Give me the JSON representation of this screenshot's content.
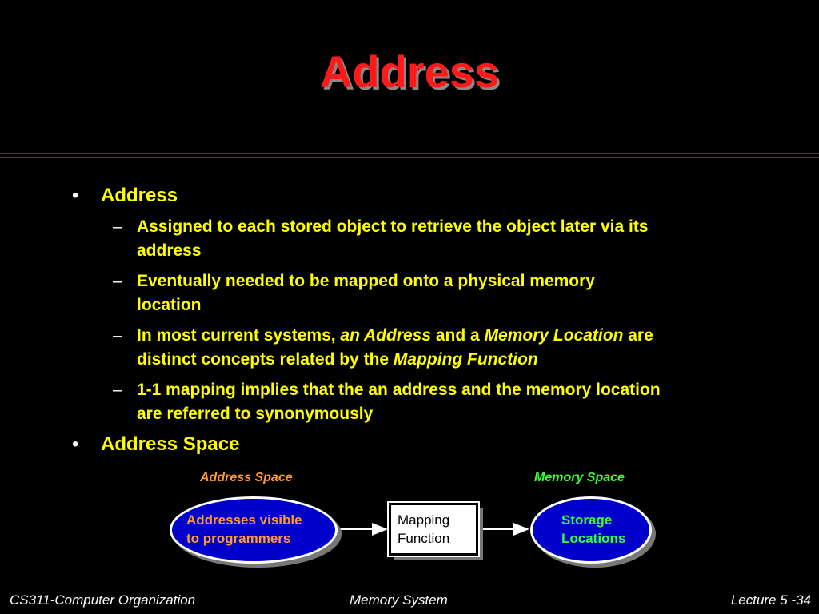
{
  "slide": {
    "title": "Address"
  },
  "bullets": {
    "b1": "Address",
    "sub1": "Assigned to each stored object to retrieve the object later via its",
    "sub1_cont": "address",
    "sub2": "Eventually needed to be mapped onto a physical memory",
    "sub2_cont": "location",
    "sub3_a": "In most current systems, ",
    "sub3_b": "an",
    "sub3_c": " Address",
    "sub3_d": " and a ",
    "sub3_e": "Memory Location",
    "sub3_f": " are",
    "sub3_g": "distinct concepts related by the ",
    "sub3_h": "Mapping Function",
    "sub4": "1-1 mapping implies that the an address and the memory location",
    "sub4_cont": "are referred to synonymously",
    "b2": "Address Space",
    "bullet_glyph": "•",
    "dash_glyph": "–"
  },
  "diagram": {
    "address_space_label": "Address Space",
    "memory_space_label": "Memory Space",
    "left_line1": "Addresses visible",
    "left_line2": "to programmers",
    "mapping_line1": "Mapping",
    "mapping_line2": "Function",
    "right_line1": "Storage",
    "right_line2": "Locations"
  },
  "footer": {
    "left": "CS311-Computer Organization",
    "center": "Memory System",
    "right": "Lecture 5 -34"
  },
  "colors": {
    "background": "#000000",
    "title": "#ff1a1a",
    "body_text": "#ffff00",
    "address_color": "#ff9933",
    "memory_color": "#33ff33",
    "ellipse_fill": "#0000cc"
  }
}
